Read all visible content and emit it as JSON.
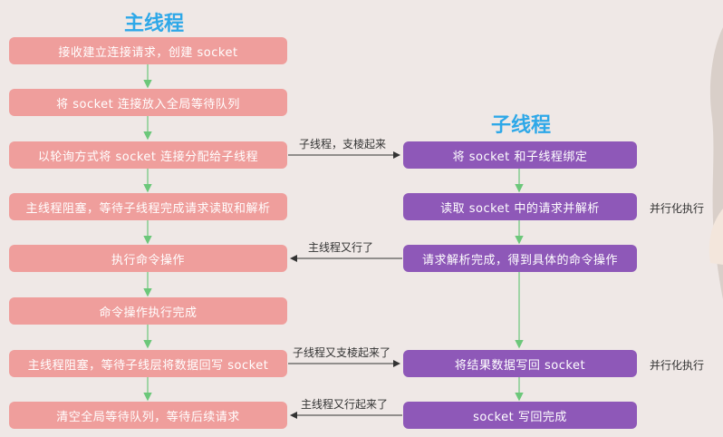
{
  "titles": {
    "main": "主线程",
    "child": "子线程"
  },
  "main_steps": [
    "接收建立连接请求，创建 socket",
    "将 socket 连接放入全局等待队列",
    "以轮询方式将 socket 连接分配给子线程",
    "主线程阻塞，等待子线程完成请求读取和解析",
    "执行命令操作",
    "命令操作执行完成",
    "主线程阻塞，等待子线层将数据回写 socket",
    "清空全局等待队列，等待后续请求"
  ],
  "child_steps": [
    "将 socket 和子线程绑定",
    "读取 socket 中的请求并解析",
    "请求解析完成，得到具体的命令操作",
    "将结果数据写回 socket",
    "socket 写回完成"
  ],
  "arrows": {
    "to_child_1": "子线程，支棱起来",
    "to_main_1": "主线程又行了",
    "to_child_2": "子线程又支棱起来了",
    "to_main_2": "主线程又行起来了"
  },
  "side_notes": {
    "parallel_1": "并行化执行",
    "parallel_2": "并行化执行"
  },
  "colors": {
    "main_box": "#ef9e9c",
    "child_box": "#8e58b8",
    "title": "#2ea8e8",
    "flow_arrow": "#6cc77a"
  }
}
